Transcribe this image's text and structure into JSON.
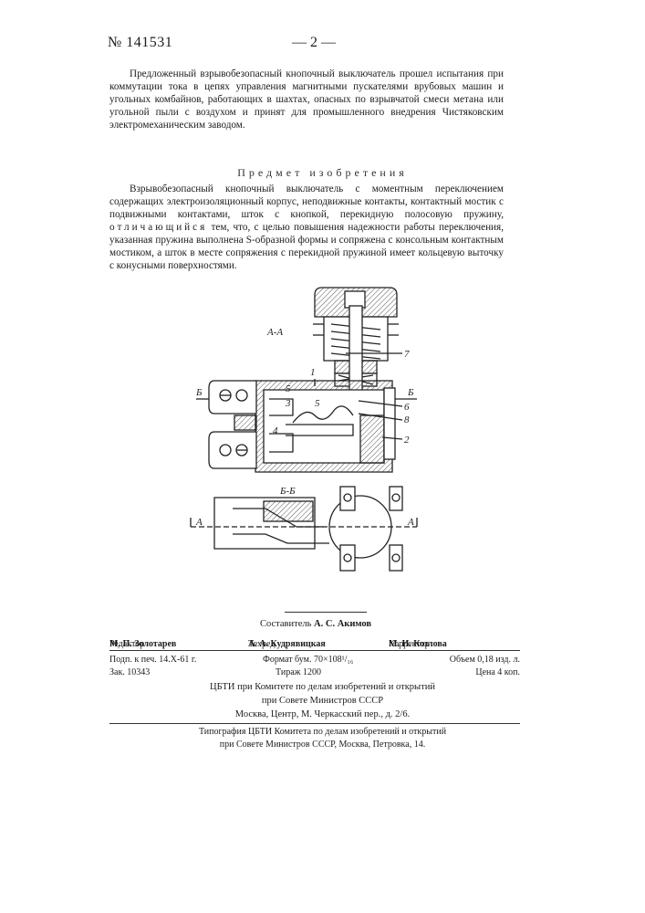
{
  "header": {
    "patent_number": "№ 141531",
    "page_number": "— 2 —"
  },
  "intro_paragraph": "Предложенный взрывобезопасный кнопочный выключатель прошел испытания при коммутации тока в цепях управления магнитными пускателями врубовых машин и угольных комбайнов, работающих в шахтах, опасных по взрывчатой смеси метана или угольной пыли с воздухом и принят для промышленного внедрения Чистяковским электромеханическим заводом.",
  "section_title": "Предмет изобретения",
  "claim": {
    "part1": "Взрывобезопасный кнопочный выключатель с моментным переключением содержащих электроизоляционный корпус, неподвижные контакты, контактный мостик с подвижными контактами, шток с кнопкой, перекидную полосовую пружину, ",
    "spaced": "отличающийся",
    "part2": " тем, что, с целью повышения надежности работы переключения, указанная пружина выполнена S-образной формы и сопряжена с консольным контактным мостиком, а шток в месте сопряжения с перекидной пружиной имеет кольцевую выточку с конусными поверхностями."
  },
  "drawing": {
    "view_aa": "А-А",
    "view_bb": "Б-Б",
    "mark_a": "А",
    "mark_b": "Б",
    "labels": [
      "1",
      "2",
      "3",
      "4",
      "5",
      "6",
      "7",
      "8"
    ]
  },
  "imprint": {
    "composer_label": "Составитель",
    "composer_name": "А. С. Акимов",
    "editor_label": "Редактор",
    "editor_name": "М. П. Золотарев",
    "techred_label": "Техред",
    "techred_name": "А. А. Кудрявицкая",
    "corrector_label": "Корректор",
    "corrector_name": "М. И. Козлова",
    "signed": "Подп. к печ. 14.X-61 г.",
    "format": "Формат бум. 70×108¹/₁₆",
    "volume": "Объем 0,18 изд. л.",
    "order": "Зак. 10343",
    "circulation": "Тираж 1200",
    "price": "Цена 4 коп.",
    "org_line1": "ЦБТИ при Комитете по делам изобретений и открытий",
    "org_line2": "при Совете Министров СССР",
    "org_line3": "Москва, Центр, М. Черкасский пер., д. 2/6.",
    "print_line1": "Типография ЦБТИ Комитета по делам изобретений и открытий",
    "print_line2": "при Совете Министров СССР, Москва, Петровка, 14."
  }
}
